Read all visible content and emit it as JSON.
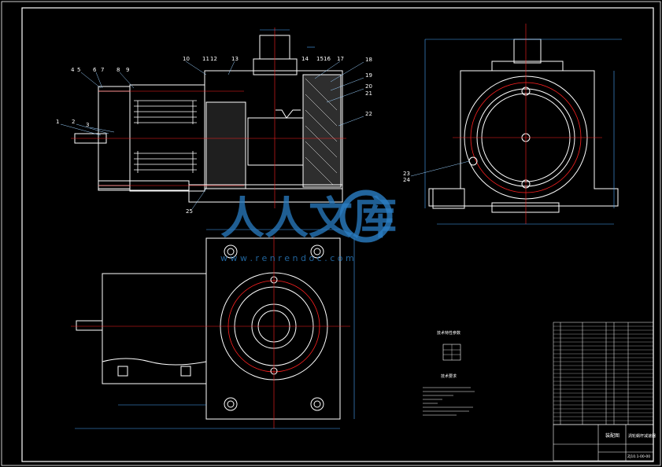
{
  "colors": {
    "background": "#000000",
    "outline": "#ffffff",
    "centerline": "#ff2020",
    "dimension": "#4aa8ff",
    "hatch": "#ffffff",
    "leader": "#9ad0ff",
    "watermark": "#2a7ec4"
  },
  "section_view": {
    "part_numbers": [
      "1",
      "2",
      "3",
      "4",
      "5",
      "6",
      "7",
      "8",
      "9",
      "10",
      "11",
      "12",
      "13",
      "14",
      "15",
      "16",
      "17",
      "18",
      "19",
      "20",
      "21",
      "22",
      "25"
    ]
  },
  "side_view": {
    "part_numbers": [
      "23",
      "24"
    ]
  },
  "notes": {
    "table_heading": "技术特性参数",
    "tech_heading": "技术要求"
  },
  "title_block": {
    "drawing_name": "涡轮蜗杆减速器",
    "material": "装配图",
    "drawing_no": "ZJ10.1-00-00"
  },
  "watermark": {
    "logo_text": "人人文库",
    "url": "w w w . r e n r e n d o c . c o m"
  },
  "icons": [
    "watermark-logo-icon"
  ]
}
